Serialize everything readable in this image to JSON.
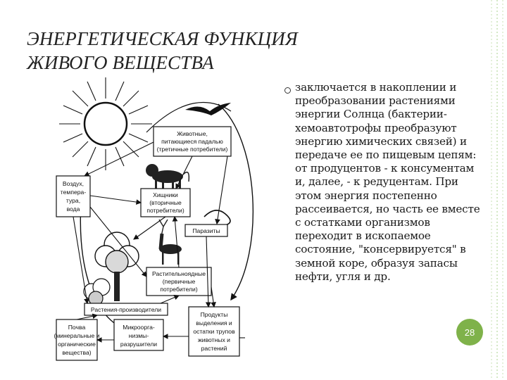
{
  "slide": {
    "title": "ЭНЕРГЕТИЧЕСКАЯ ФУНКЦИЯ ЖИВОГО ВЕЩЕСТВА",
    "body": "заключается в накоплении и преобразовании растениями энергии Солнца (бактерии-хемоавтотрофы преобразуют энергию химических связей) и передаче ее по пищевым цепям: от продуцентов - к консументам и, далее, - к редуцентам. При этом энергия постепенно рассеивается, но часть ее вместе с остатками организмов переходит в ископаемое состояние, \"консервируется\" в земной коре, образуя запасы нефти, угля и др.",
    "page_number": "28"
  },
  "colors": {
    "accent_band": "#a9d18e",
    "page_badge": "#7fb24a",
    "text": "#1a1a1a"
  },
  "diagram": {
    "labels": {
      "animals_l1": "Животные,",
      "animals_l2": "питающиеся падалью",
      "animals_l3": "(третичные потребители)",
      "air_l1": "Воздух,",
      "air_l2": "темпера-",
      "air_l3": "тура,",
      "air_l4": "вода",
      "predators_l1": "Хищники",
      "predators_l2": "(вторичные",
      "predators_l3": "потребители)",
      "parasites": "Паразиты",
      "herbivores_l1": "Растительноядные",
      "herbivores_l2": "(первичные",
      "herbivores_l3": "потребители)",
      "producers": "Растения-производители",
      "soil_l1": "Почва",
      "soil_l2": "(минеральные и",
      "soil_l3": "органические",
      "soil_l4": "вещества)",
      "microbes_l1": "Микроорга-",
      "microbes_l2": "низмы-",
      "microbes_l3": "разрушители",
      "products_l1": "Продукты",
      "products_l2": "выделения и",
      "products_l3": "остатки трупов",
      "products_l4": "животных и",
      "products_l5": "растений"
    }
  }
}
